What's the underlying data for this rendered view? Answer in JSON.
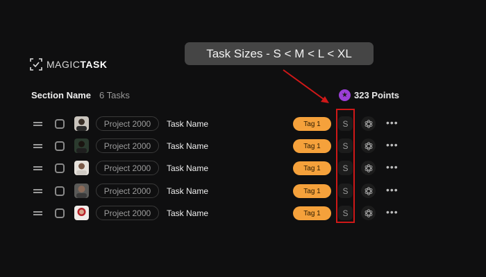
{
  "logo": {
    "light": "MAGIC",
    "bold": "TASK",
    "icon": "check-frame-icon"
  },
  "tooltip": {
    "text": "Task Sizes - S < M < L < XL"
  },
  "section": {
    "name": "Section Name",
    "count": "6 Tasks"
  },
  "points": {
    "icon": "star-icon",
    "label": "323 Points",
    "color": "#9b3fd6"
  },
  "annotation": {
    "color": "#d01818"
  },
  "rows": [
    {
      "project": "Project 2000",
      "task": "Task Name",
      "tag": "Tag 1",
      "size": "S",
      "avatar_bg": "#c9c4bd",
      "avatar_fg": "#3a3028"
    },
    {
      "project": "Project 2000",
      "task": "Task Name",
      "tag": "Tag 1",
      "size": "S",
      "avatar_bg": "#2b3a2e",
      "avatar_fg": "#1a1410"
    },
    {
      "project": "Project 2000",
      "task": "Task Name",
      "tag": "Tag 1",
      "size": "S",
      "avatar_bg": "#e6e2dc",
      "avatar_fg": "#7a5a48"
    },
    {
      "project": "Project 2000",
      "task": "Task Name",
      "tag": "Tag 1",
      "size": "S",
      "avatar_bg": "#5a5a58",
      "avatar_fg": "#8a6a58"
    },
    {
      "project": "Project 2000",
      "task": "Task Name",
      "tag": "Tag 1",
      "size": "S",
      "avatar_bg": "#f0ece8",
      "avatar_fg": "#b8232a"
    }
  ],
  "colors": {
    "tag": "#f5a13b",
    "background": "#0f0f10"
  }
}
